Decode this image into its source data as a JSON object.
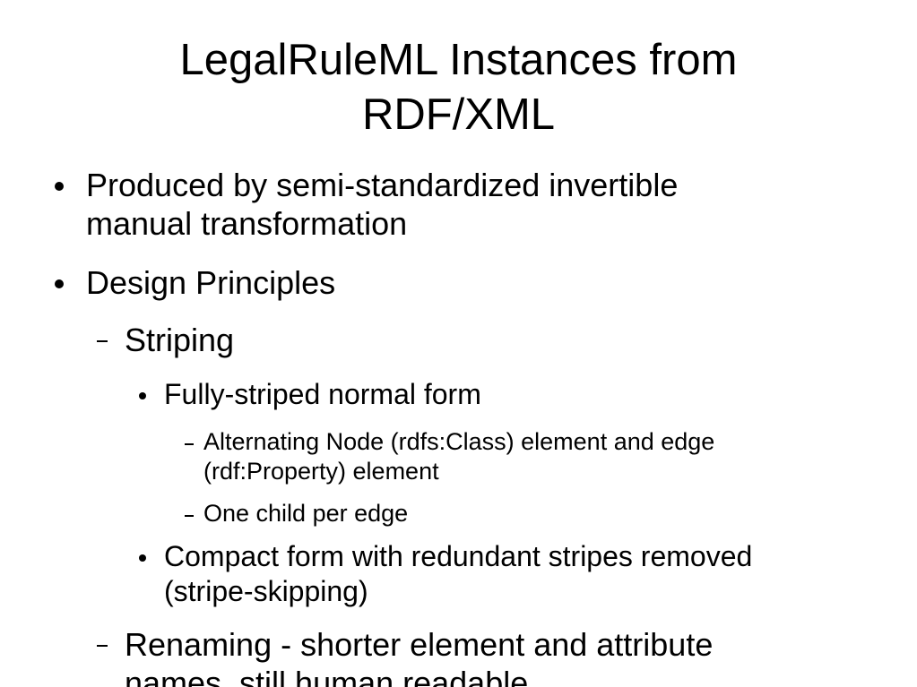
{
  "slide": {
    "title_lines": [
      "LegalRuleML Instances from",
      "RDF/XML"
    ],
    "items": [
      {
        "level": 1,
        "lines": [
          "Produced by semi-standardized invertible",
          "manual transformation"
        ]
      },
      {
        "level": 1,
        "lines": [
          "Design Principles"
        ]
      },
      {
        "level": 2,
        "lines": [
          "Striping"
        ]
      },
      {
        "level": 3,
        "lines": [
          "Fully-striped normal form"
        ]
      },
      {
        "level": 4,
        "lines": [
          "Alternating Node (rdfs:Class) element and edge",
          "(rdf:Property) element"
        ]
      },
      {
        "level": 4,
        "lines": [
          "One child per edge"
        ]
      },
      {
        "level": 3,
        "lines": [
          "Compact form with redundant stripes removed",
          "(stripe-skipping)"
        ]
      },
      {
        "level": 2,
        "lines": [
          "Renaming - shorter element and attribute",
          "names, still human readable"
        ]
      }
    ]
  }
}
